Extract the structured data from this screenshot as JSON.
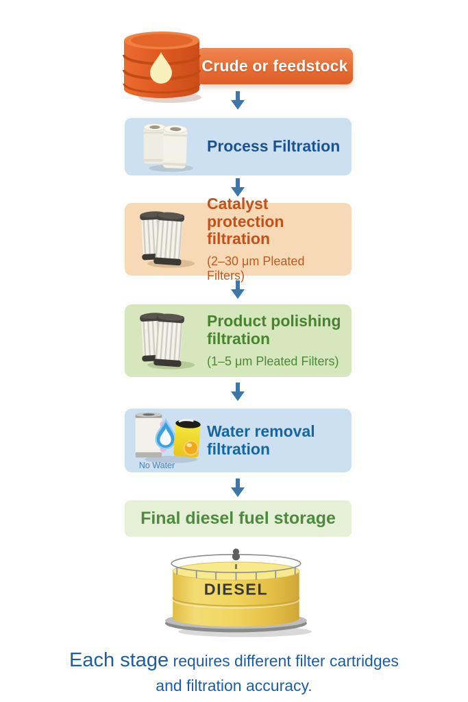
{
  "source": {
    "label": "Crude or feedstock"
  },
  "steps": [
    {
      "title": "Process Filtration"
    },
    {
      "title": "Catalyst protection filtration",
      "subtitle": "(2–30 μm Pleated Filters)"
    },
    {
      "title": "Product polishing filtration",
      "subtitle": "(1–5 μm Pleated Filters)"
    },
    {
      "title": "Water removal filtration",
      "caption": "No Water"
    }
  ],
  "storage": {
    "label": "Final diesel fuel storage"
  },
  "tank": {
    "label": "DIESEL"
  },
  "footer": {
    "emphasis": "Each stage",
    "line1_rest": " requires different filter cartridges",
    "line2": "and filtration accuracy."
  },
  "colors": {
    "banner_orange": "#e8713c",
    "box_blue": "#cde0f1",
    "box_peach": "#f8d9b6",
    "box_green": "#d7e7bd",
    "box_light_green": "#e6f0d6",
    "title_blue": "#1a5390",
    "title_orange": "#c2511c",
    "title_green": "#47842f",
    "storage_text_green": "#4d8a3f",
    "arrow_blue": "#3e76a8",
    "footer_blue": "#1d5ca6",
    "tank_yellow": "#eccf5d"
  },
  "icons": {
    "source": "oil-barrel-icon",
    "step1": "filter-cartridges-icon",
    "step2": "pleated-filters-icon",
    "step3": "pleated-filters-icon",
    "step4": "water-separator-icon",
    "arrow": "arrow-down-icon",
    "tank": "diesel-tank"
  }
}
